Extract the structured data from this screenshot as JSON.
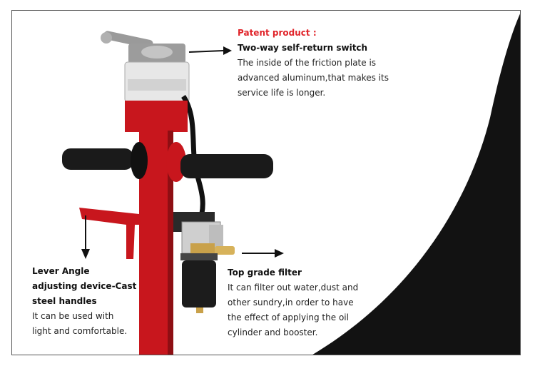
{
  "colors": {
    "accent_red": "#e0242a",
    "tool_red": "#c8161d",
    "tool_red_dark": "#8e0e13",
    "swoosh": "#121212",
    "text": "#222222"
  },
  "switch_callout": {
    "patent": "Patent product :",
    "title": "Two-way self-return switch",
    "desc_lines": [
      "The inside of the friction plate is",
      "advanced aluminum,that makes its",
      "service life is longer."
    ]
  },
  "lever_callout": {
    "title_lines": [
      "Lever Angle",
      "adjusting device-Cast",
      "steel handles"
    ],
    "desc_lines": [
      "It can be used with",
      "light and comfortable."
    ]
  },
  "filter_callout": {
    "title": "Top grade filter",
    "desc_lines": [
      "It can filter out water,dust and",
      "other sundry,in order to have",
      "the effect of applying the oil",
      "cylinder and booster."
    ]
  },
  "icons": {
    "switch_arrow": "arrow-right-icon",
    "filter_arrow": "arrow-right-icon",
    "lever_arrow": "arrow-down-icon"
  }
}
